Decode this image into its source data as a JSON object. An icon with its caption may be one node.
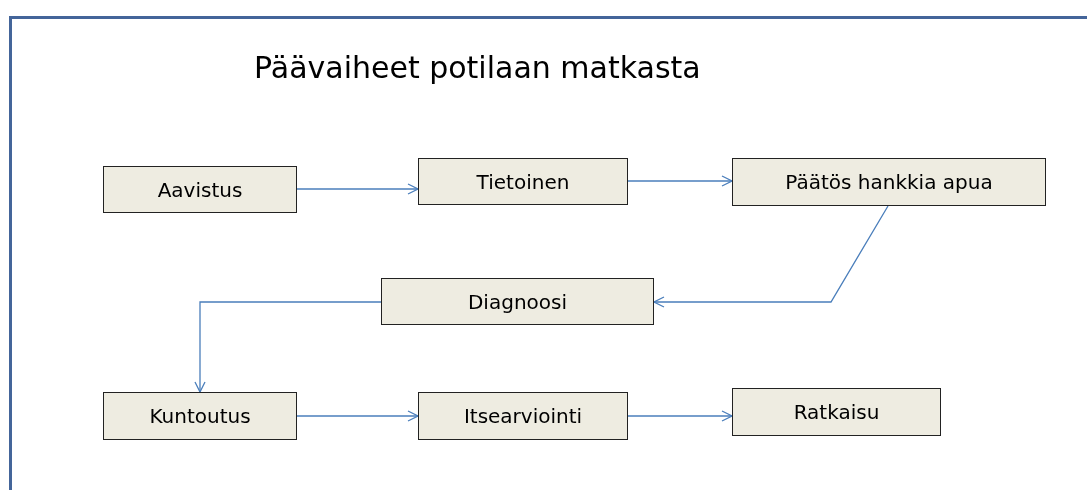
{
  "diagram": {
    "title": "Päävaiheet potilaan matkasta",
    "nodes": [
      {
        "text": [
          "Aavistus"
        ]
      },
      {
        "text": [
          "Tietoinen"
        ]
      },
      {
        "text": [
          "Päätös hankkia apua"
        ]
      },
      {
        "text": [
          "Diagnoosi"
        ]
      },
      {
        "text": [
          "Kuntoutus"
        ]
      },
      {
        "text": [
          "Itsearviointi"
        ]
      },
      {
        "text": [
          "Ratkaisu"
        ]
      }
    ],
    "edges": [
      {
        "from": 0,
        "to": 1,
        "arrow": "to"
      },
      {
        "from": 1,
        "to": 2,
        "arrow": "to"
      },
      {
        "from": 2,
        "to": 3,
        "arrow": "to"
      },
      {
        "from": 3,
        "to": 4,
        "arrow": "to"
      },
      {
        "from": 4,
        "to": 5,
        "arrow": "to"
      },
      {
        "from": 5,
        "to": 6,
        "arrow": "to"
      }
    ]
  }
}
